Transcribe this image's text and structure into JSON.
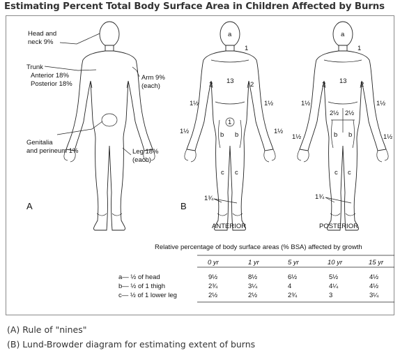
{
  "title": "Estimating Percent Total Body Surface Area in Children Affected by Burns",
  "panel_a": {
    "letter": "A",
    "head": [
      "Head and",
      "neck 9%"
    ],
    "trunk": [
      "Trunk",
      "Anterior 18%",
      "Posterior 18%"
    ],
    "arm": [
      "Arm 9%",
      "(each)"
    ],
    "genitalia": [
      "Genitalia",
      "and perineum 1%"
    ],
    "leg": [
      "Leg 18%",
      "(each)"
    ]
  },
  "panel_b": {
    "letter": "B",
    "anterior_label": "ANTERIOR",
    "posterior_label": "POSTERIOR",
    "ant": {
      "a": "a",
      "one": "1",
      "trunk": "13",
      "arm": "2",
      "forearm": "1½",
      "hand": "1½",
      "genital": "1",
      "b": "b",
      "c": "c",
      "foot": "1¾"
    },
    "post": {
      "a": "a",
      "one": "1",
      "trunk": "13",
      "arm": "2",
      "forearm": "1½",
      "hand": "1½",
      "buttock": "2½",
      "b": "b",
      "c": "c",
      "foot": "1¾"
    }
  },
  "table": {
    "caption": "Relative percentage of body surface areas (% BSA) affected by growth",
    "columns": [
      "0 yr",
      "1 yr",
      "5 yr",
      "10 yr",
      "15 yr"
    ],
    "rows": [
      {
        "label": "a— ½ of head",
        "values": [
          "9½",
          "8½",
          "6½",
          "5½",
          "4½"
        ]
      },
      {
        "label": "b— ½ of 1 thigh",
        "values": [
          "2¾",
          "3¼",
          "4",
          "4¼",
          "4½"
        ]
      },
      {
        "label": "c— ½ of 1 lower leg",
        "values": [
          "2½",
          "2½",
          "2¾",
          "3",
          "3¼"
        ]
      }
    ]
  },
  "captions": [
    "(A) Rule of \"nines\"",
    "(B) Lund-Browder diagram for estimating extent of burns"
  ]
}
